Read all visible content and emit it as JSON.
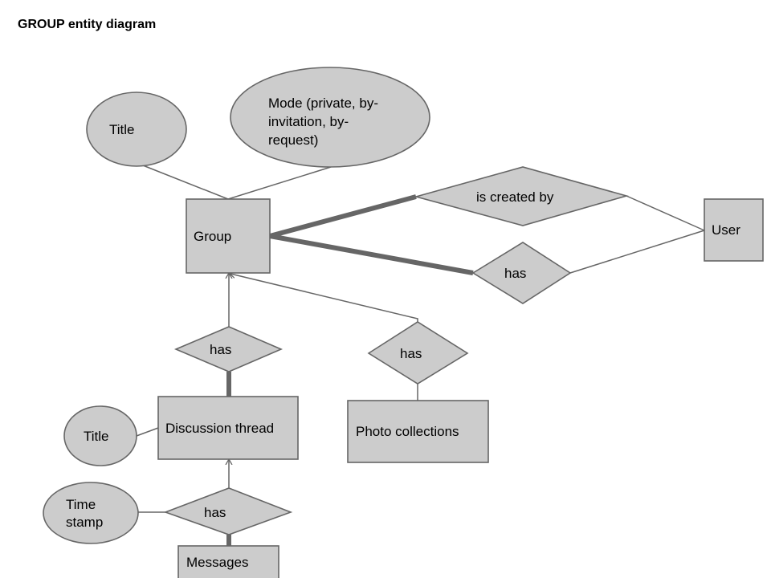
{
  "title": "GROUP entity diagram",
  "entities": {
    "group": "Group",
    "user": "User",
    "discussion_thread": "Discussion thread",
    "photo_collections": "Photo collections",
    "messages": "Messages"
  },
  "attributes": {
    "group_title": "Title",
    "group_mode": [
      "Mode (private, by-",
      "invitation, by-",
      "request)"
    ],
    "thread_title": "Title",
    "message_timestamp": [
      "Time",
      "stamp"
    ]
  },
  "relationships": {
    "is_created_by": "is created by",
    "group_has_user": "has",
    "group_has_thread": "has",
    "group_has_photos": "has",
    "thread_has_messages": "has"
  }
}
